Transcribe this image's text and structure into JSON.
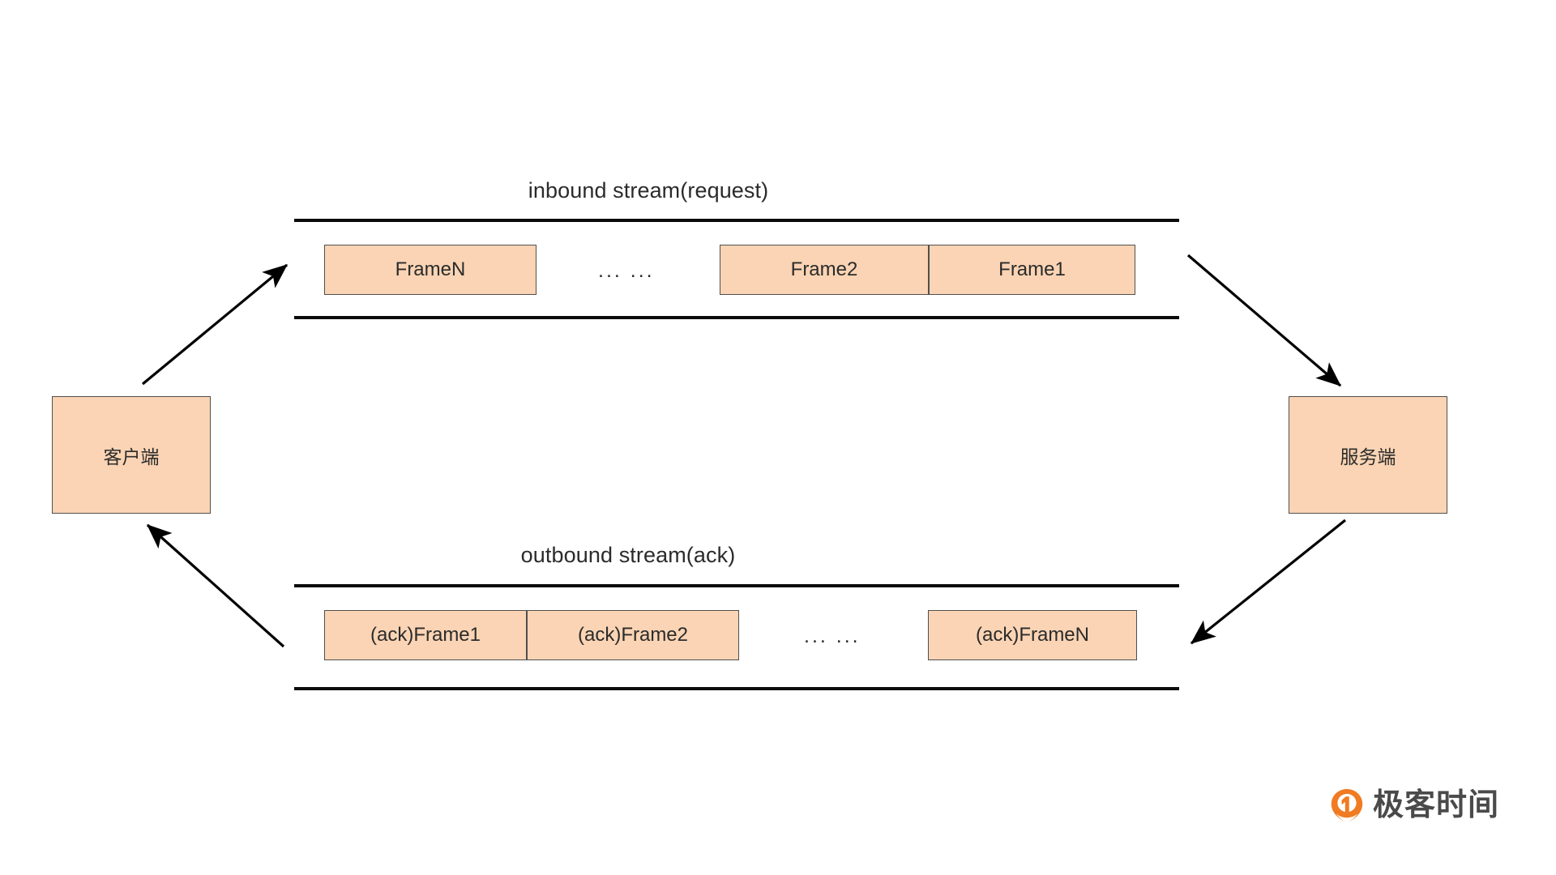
{
  "diagram": {
    "title_inbound": "inbound stream(request)",
    "title_outbound": "outbound stream(ack)",
    "ellipsis": "...  ...",
    "colors": {
      "box_fill": "#fad4b4",
      "box_border": "#4f4f4f",
      "rail": "#0b0b0b",
      "arrow": "#000000",
      "text": "#2b2b2b",
      "logo_orange": "#f07b22",
      "logo_text": "#4a4a4a"
    }
  },
  "nodes": {
    "client": "客户端",
    "server": "服务端"
  },
  "inbound_stream": {
    "label": "inbound stream(request)",
    "frames": [
      {
        "label": "FrameN"
      },
      {
        "label": "Frame2"
      },
      {
        "label": "Frame1"
      }
    ],
    "gap_marker": "...  ..."
  },
  "outbound_stream": {
    "label": "outbound stream(ack)",
    "frames": [
      {
        "label": "(ack)Frame1"
      },
      {
        "label": "(ack)Frame2"
      },
      {
        "label": "(ack)FrameN"
      }
    ],
    "gap_marker": "...  ..."
  },
  "arrows": [
    {
      "name": "client-to-inbound",
      "from": "客户端",
      "to": "inbound stream(request)"
    },
    {
      "name": "inbound-to-server",
      "from": "inbound stream(request)",
      "to": "服务端"
    },
    {
      "name": "server-to-outbound",
      "from": "服务端",
      "to": "outbound stream(ack)"
    },
    {
      "name": "outbound-to-client",
      "from": "outbound stream(ack)",
      "to": "客户端"
    }
  ],
  "logo": {
    "text": "极客时间"
  }
}
